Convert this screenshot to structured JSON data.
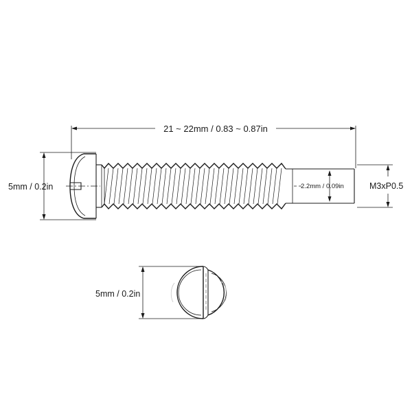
{
  "diagram": {
    "overall_length_label": "21 ~ 22mm / 0.83 ~ 0.87in",
    "head_diameter_label": "5mm / 0.2in",
    "thread_label": "M3xP0.5",
    "shank_diameter_label": "2.2mm / 0.09in",
    "end_view_diameter_label": "5mm / 0.2in"
  },
  "colors": {
    "line": "#1a1a1a",
    "background": "#ffffff"
  }
}
